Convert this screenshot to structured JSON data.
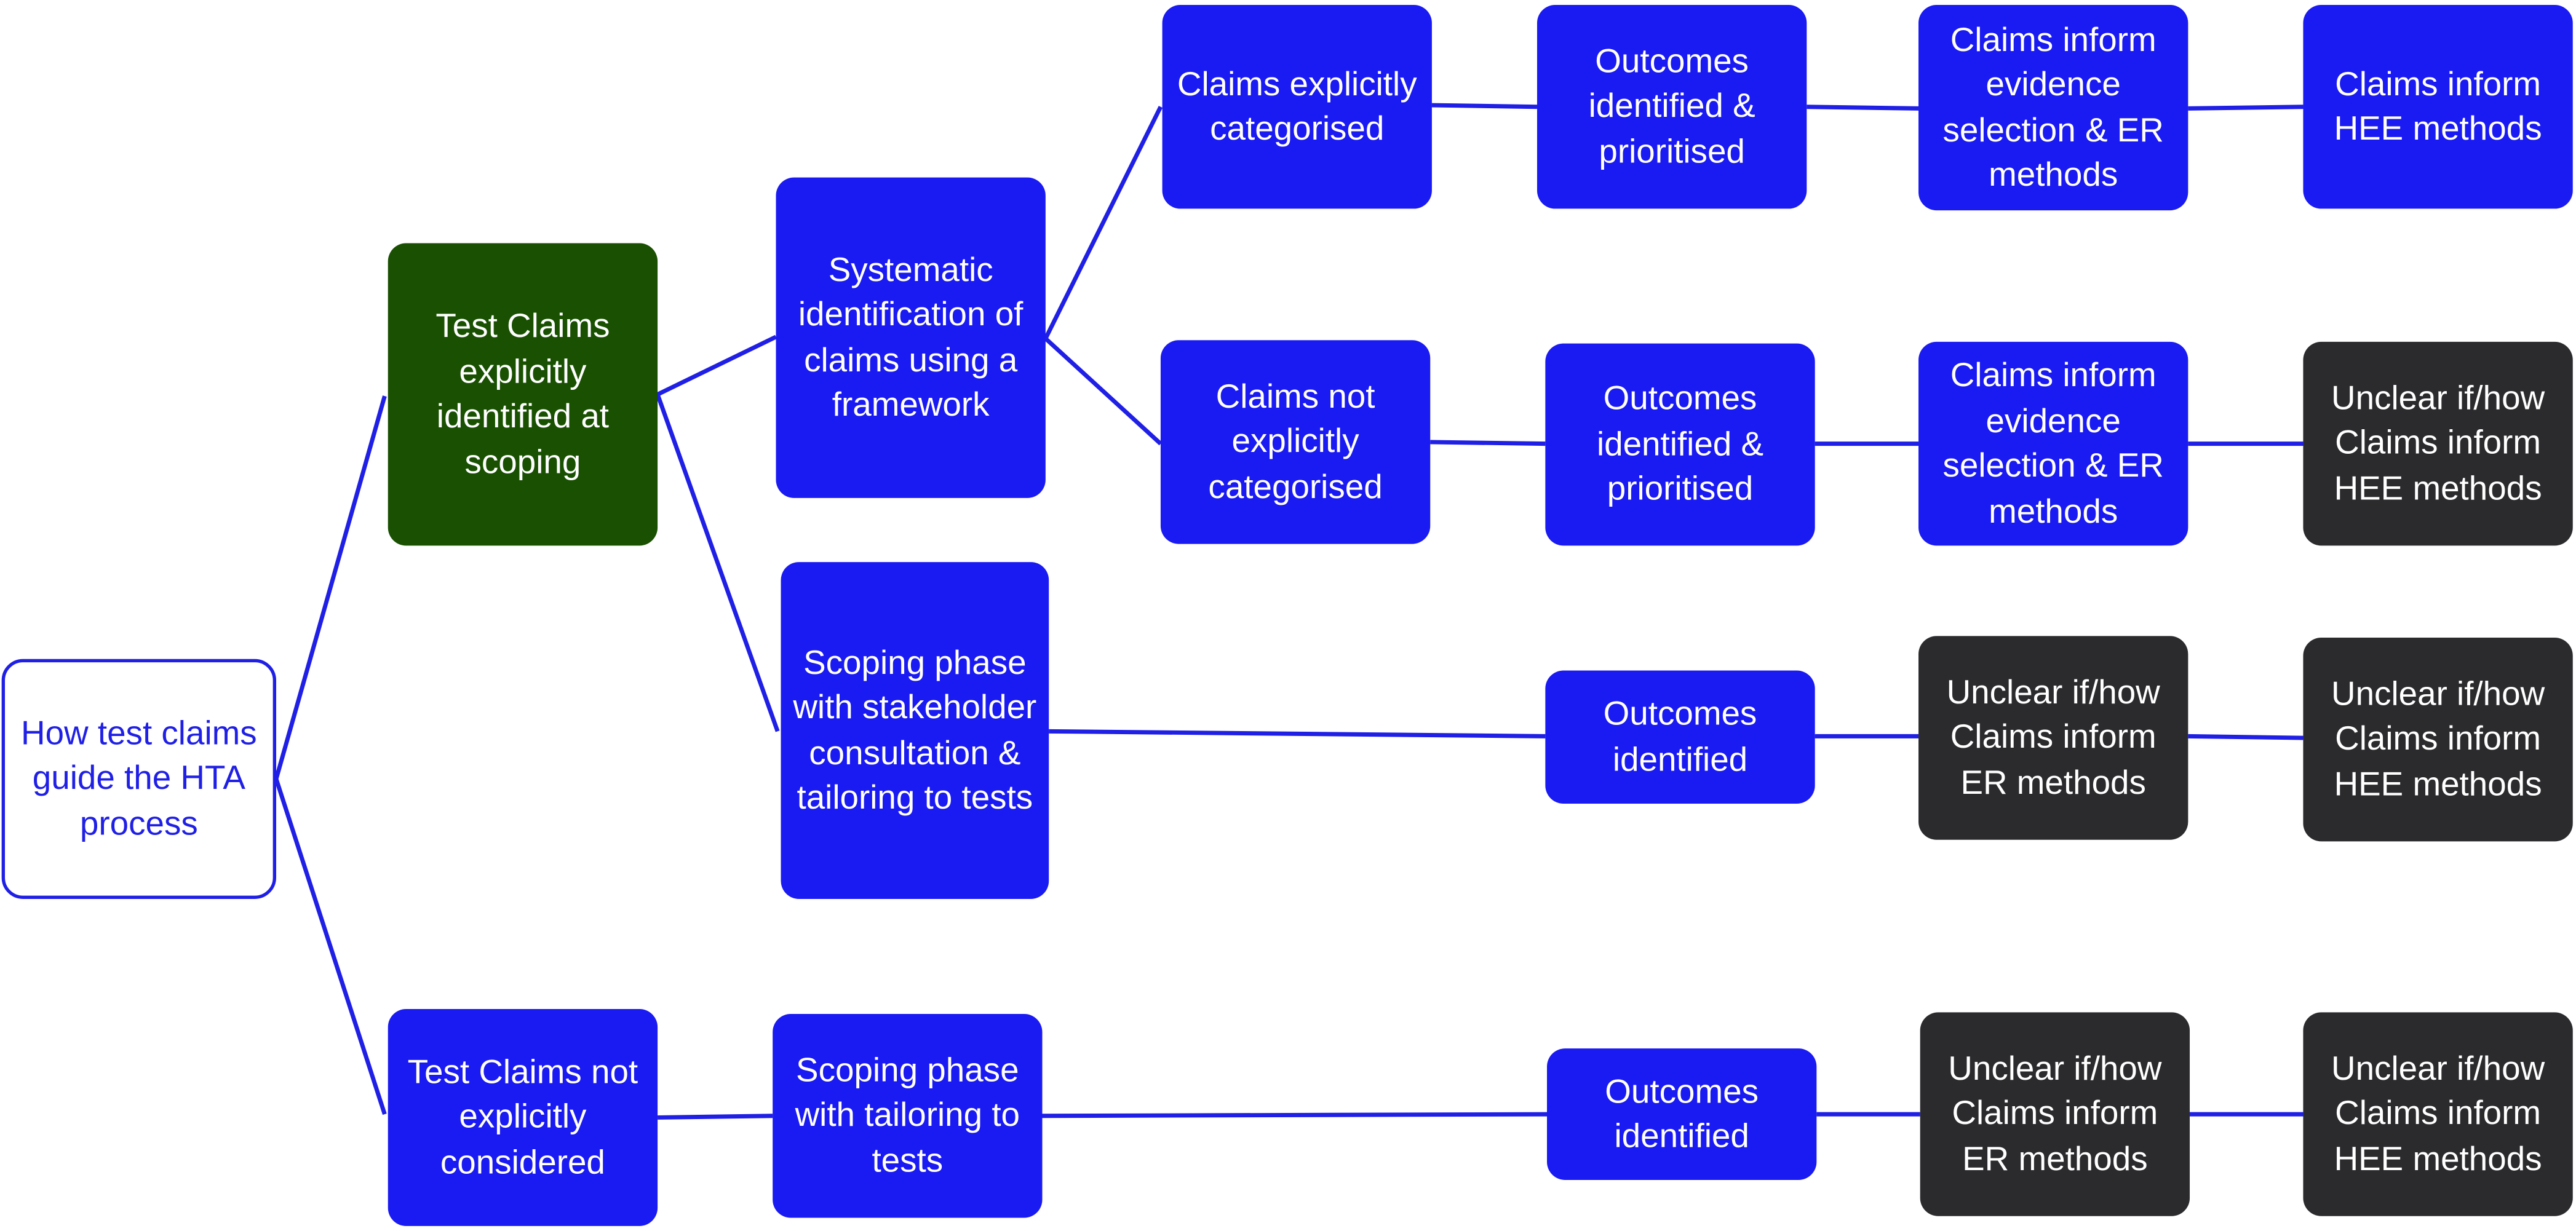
{
  "diagram": {
    "root": "How test claims guide the HTA process",
    "level1": {
      "identified": "Test Claims explicitly identified at scoping",
      "not_considered": "Test Claims not explicitly considered"
    },
    "level2": {
      "systematic": "Systematic identification of claims using a framework",
      "stakeholder": "Scoping phase with stakeholder consultation & tailoring to tests",
      "tailoring": "Scoping phase with tailoring to tests"
    },
    "level3": {
      "categorised": "Claims explicitly categorised",
      "not_categorised": "Claims not explicitly categorised"
    },
    "outcomes": {
      "prioritised_1": "Outcomes identified & prioritised",
      "prioritised_2": "Outcomes identified & prioritised",
      "identified_1": "Outcomes identified",
      "identified_2": "Outcomes identified"
    },
    "er_methods": {
      "inform_1": "Claims inform evidence selection & ER methods",
      "inform_2": "Claims inform evidence selection & ER methods",
      "unclear_1": "Unclear if/how Claims inform ER methods",
      "unclear_2": "Unclear if/how Claims inform ER methods"
    },
    "hee_methods": {
      "inform_1": "Claims inform HEE methods",
      "unclear_1": "Unclear if/how Claims inform HEE methods",
      "unclear_2": "Unclear if/how Claims inform HEE methods",
      "unclear_3": "Unclear if/how Claims inform HEE methods"
    },
    "colors": {
      "blue_node": "#1a1af2",
      "green_node": "#195001",
      "dark_node": "#2b2b2e",
      "connector": "#1f1fe6",
      "root_text": "#1f1fe6"
    }
  }
}
